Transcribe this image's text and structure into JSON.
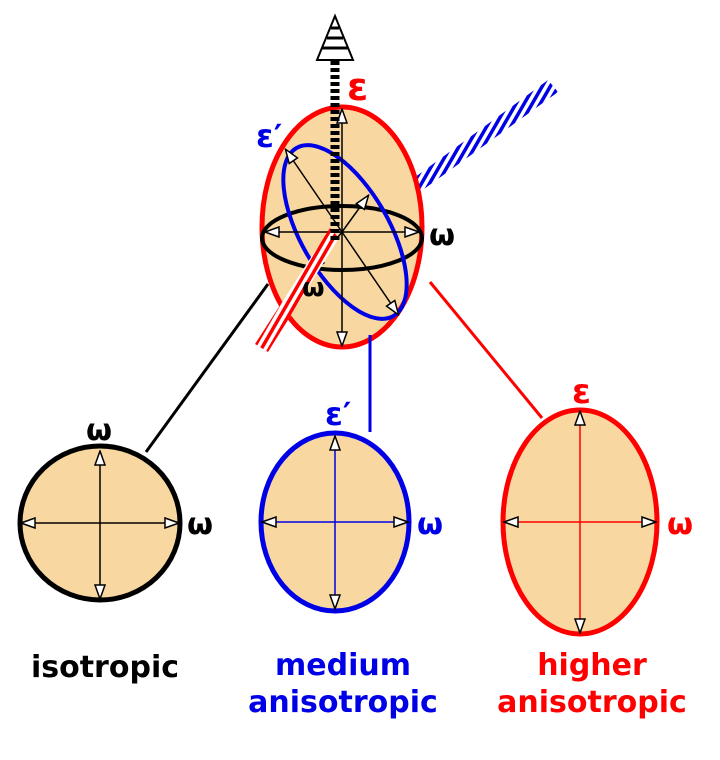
{
  "colors": {
    "fill": "#f8d8a0",
    "isotropic": "#000000",
    "medium": "#0000e6",
    "higher": "#ff0000"
  },
  "labels": {
    "epsilon": "ε",
    "epsilon_prime": "ε′",
    "omega": "ω"
  },
  "captions": {
    "isotropic": "isotropic",
    "medium_line1": "medium",
    "medium_line2": "anisotropic",
    "higher_line1": "higher",
    "higher_line2": "anisotropic"
  }
}
